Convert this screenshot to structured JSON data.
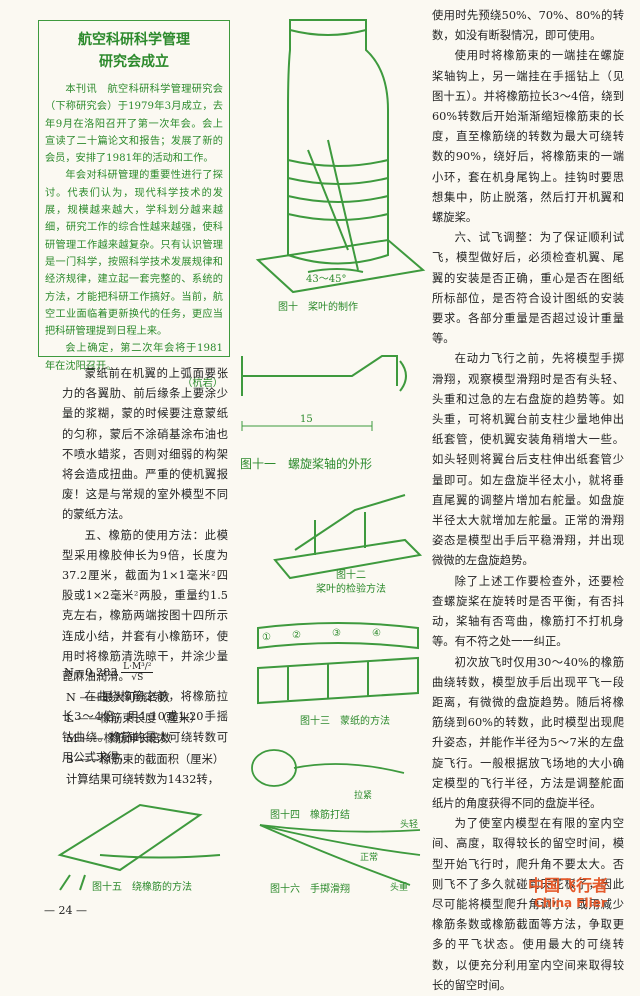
{
  "sidebar_news": {
    "title_line1": "航空科研科学管理",
    "title_line2": "研究会成立",
    "para1": "本刊讯　航空科研科学管理研究会（下称研究会）于1979年3月成立，去年9月在洛阳召开了第一次年会。会上宣读了二十篇论文和报告；发展了新的会员，安排了1981年的活动和工作。",
    "para2": "年会对科研管理的重要性进行了探讨。代表们认为，现代科学技术的发展，规模越来越大，学科划分越来越细，研究工作的综合性越来越强，使科研管理工作越来越复杂。只有认识管理是一门科学，按照科学技术发展规律和经济规律，建立起一套完整的、系统的方法，才能把科研工作搞好。当前，航空工业面临着更新换代的任务，更应当把科研管理提到日程上来。",
    "para3": "会上确定，第二次年会将于1981年在沈阳召开。",
    "author": "（杭岩）"
  },
  "left_col": {
    "para1": "蒙纸前在机翼的上弧面要张力的各翼肋、前后缘条上要涂少量的浆糊，蒙的时候要注意蒙纸的匀称，蒙后不涂硝基涂布油也不喷水蜡浆，否则对细弱的构架将会造成扭曲。严重的使机翼报废！这是与常规的室外模型不同的蒙纸方法。",
    "para2": "五、橡筋的使用方法：此模型采用橡胶伸长为9倍，长度为37.2厘米，截面为1×1毫米²四股或1×2毫米²两股，重量约1.5克左右，橡筋两端按图十四所示连成小结，并套有小橡筋环，使用时将橡筋清洗晾干，并涂少量蓖麻油润滑。",
    "para3": "在曲绕橡筋之前，将橡筋拉长3～4倍，用1:10或1:20手摇钻曲绕。橡筋的最大可绕转数可用公式求得，",
    "formula_lhs": "N＝0.283",
    "formula_num": "L·M³/²",
    "formula_den": "√S",
    "defs": [
      "N ——最大可绕转数",
      "L ——橡筋束长度（厘米）",
      "M ——橡筋伸长倍数",
      "S ——橡筋束的截面积（厘米）"
    ],
    "result": "计算结果可绕转数为1432转，"
  },
  "right_col": {
    "para1": "使用时先预绕50%、70%、80%的转数，如没有断裂情况，即可使用。",
    "para2": "使用时将橡筋束的一端挂在螺旋桨轴钩上，另一端挂在手摇钻上（见图十五）。并将橡筋拉长3～4倍，绕到60%转数后开始渐渐缩短橡筋束的长度，直至橡筋绕的转数为最大可绕转数的90%，绕好后，将橡筋束的一端小环，套在机身尾钩上。挂钩时要思想集中，防止脱落，然后打开机翼和螺旋桨。",
    "para3": "六、试飞调整：为了保证顺利试飞，模型做好后，必须检查机翼、尾翼的安装是否正确，重心是否在图纸所标部位，是否符合设计图纸的安装要求。各部分重量是否超过设计重量等。",
    "para4": "在动力飞行之前，先将模型手掷滑翔，观察模型滑翔时是否有头轻、头重和过急的左右盘旋的趋势等。如头重，可将机翼台前支柱少量地伸出纸套管，使机翼安装角稍增大一些。如头轻则将翼台后支柱伸出纸套管少量即可。如左盘旋半径太小，就将垂直尾翼的调整片增加右舵量。如盘旋半径太大就增加左舵量。正常的滑翔姿态是模型出手后平稳滑翔，并出现微微的左盘旋趋势。",
    "para5": "除了上述工作要检查外，还要检查螺旋桨在旋转时是否平衡，有否抖动，桨轴有否弯曲，橡筋打不打机身等。有不符之处一一纠正。",
    "para6": "初次放飞时仅用30～40%的橡筋曲绕转数，模型放手后出现平飞一段距离，有微微的盘旋趋势。随后将橡筋绕到60%的转数，此时模型出现爬升姿态，并能作半径为5～7米的左盘旋飞行。一般根据放飞场地的大小确定模型的飞行半径，方法是调整舵面纸片的角度获得不同的盘旋半径。",
    "para7": "为了使室内模型在有限的室内空间、高度，取得较长的留空时间，模型开始飞行时，爬升角不要太大。否则飞不了多久就碰到天花板了，因此尽可能将模型爬升角调小，或用减少橡筋条数或橡筋截面等方法，争取更多的平飞状态。使用最大的可绕转数，以便充分利用室内空间来取得较长的留空时间。"
  },
  "figures": {
    "fig10_caption": "图十　桨叶的制作",
    "fig10_angle": "43～45°",
    "fig11_caption": "图十一　螺旋桨轴的外形",
    "fig11_dim": "15",
    "fig12_caption_a": "图十二",
    "fig12_caption_b": "桨叶的检验方法",
    "fig13_caption": "图十三　蒙纸的方法",
    "fig13_labels": [
      "①",
      "②",
      "③",
      "④"
    ],
    "fig14_caption": "图十四　橡筋打结",
    "fig14_label": "拉紧",
    "fig15_caption": "图十五　绕橡筋的方法",
    "fig16_caption": "图十六　手掷滑翔",
    "fig16_labels": [
      "头轻",
      "正常",
      "头重"
    ]
  },
  "page_number": "— 24 —",
  "watermark": {
    "cn": "中国飞行者",
    "en": "China Flier",
    "color": "#e55a2b"
  },
  "colors": {
    "text": "#222222",
    "accent_green": "#2c8a2c",
    "paper": "#fbf9f2"
  }
}
